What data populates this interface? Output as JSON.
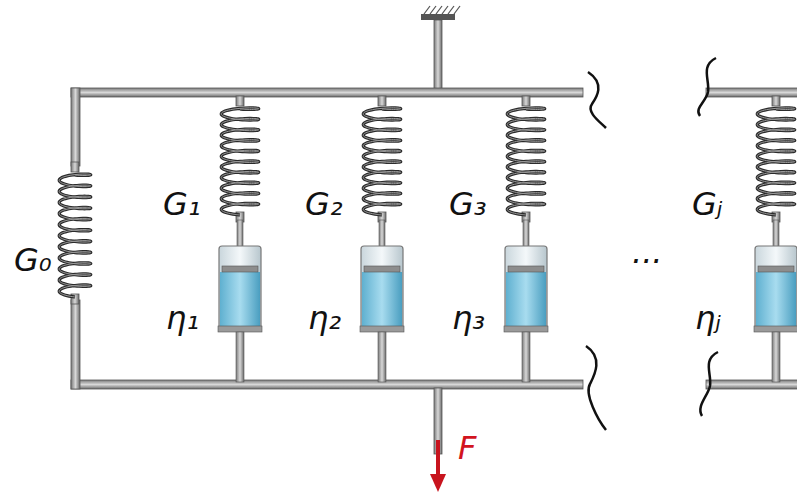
{
  "diagram": {
    "labels": [
      "G₀",
      "G₁",
      "η₁",
      "G₂",
      "η₂",
      "G₃",
      "η₃",
      "...",
      "Gⱼ",
      "ηⱼ",
      "F"
    ]
  }
}
